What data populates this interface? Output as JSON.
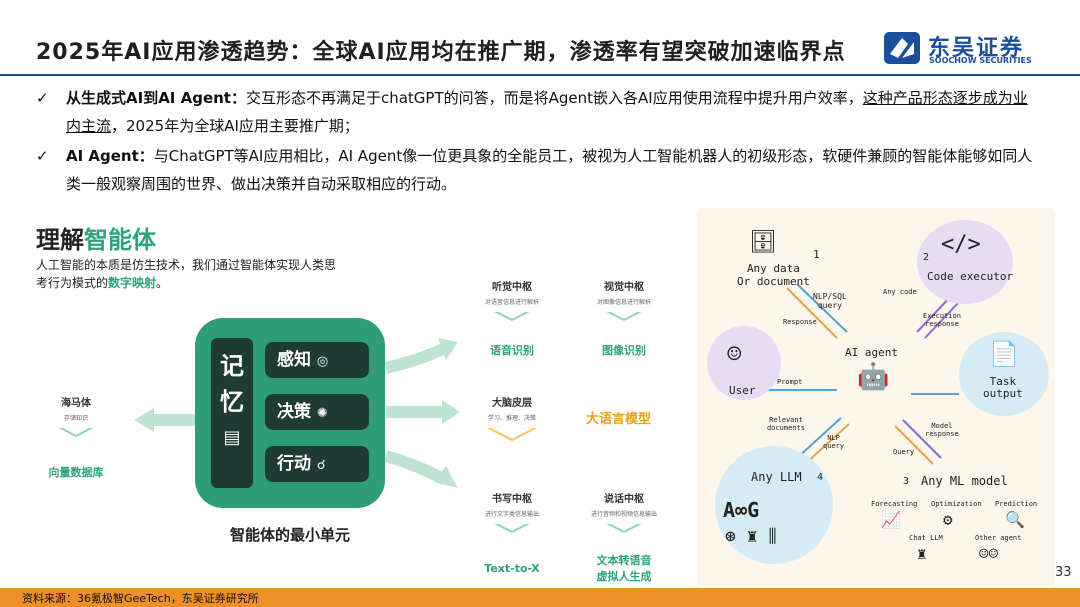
{
  "header": {
    "title": "2025年AI应用渗透趋势：全球AI应用均在推广期，渗透率有望突破加速临界点",
    "logo_cn": "东吴证券",
    "logo_en": "SOOCHOW SECURITIES"
  },
  "bullets": [
    {
      "bold": "从生成式AI到AI Agent：",
      "text": "交互形态不再满足于chatGPT的问答，而是将Agent嵌入各AI应用使用流程中提升用户效率，",
      "underline": "这种产品形态逐步成为业内主流",
      "tail": "，2025年为全球AI应用主要推广期；"
    },
    {
      "bold": "AI Agent：",
      "text": "与ChatGPT等AI应用相比，AI Agent像一位更具象的全能员工，被视为人工智能机器人的初级形态，软硬件兼顾的智能体能够如同人类一般观察周围的世界、做出决策并自动采取相应的行动。"
    }
  ],
  "left": {
    "heading_a": "理解",
    "heading_b": "智能体",
    "intro": "人工智能的本质是仿生技术，我们通过智能体实现人类思考行为模式的",
    "intro_highlight": "数字映射",
    "intro_end": "。",
    "memory": [
      "记",
      "忆"
    ],
    "pills": [
      "感知",
      "决策",
      "行动"
    ],
    "core_caption": "智能体的最小单元",
    "hippocampus": {
      "title": "海马体",
      "sub": "存储知识",
      "caption": "向量数据库"
    },
    "cards": [
      {
        "title": "听觉中枢",
        "sub": "对语音信息进行解析",
        "caption": "语音识别"
      },
      {
        "title": "视觉中枢",
        "sub": "对图像信息进行解析",
        "caption": "图像识别"
      },
      {
        "title": "大脑皮层",
        "sub": "学习、推理、决策",
        "caption": ""
      },
      {
        "title": "书写中枢",
        "sub": "进行文字类信息输出",
        "caption": "Text-to-X"
      },
      {
        "title": "说话中枢",
        "sub": "进行音频和视频信息输出",
        "caption": "文本转语音\n虚拟人生成"
      }
    ],
    "llm_label": "大语言模型"
  },
  "right": {
    "any_data": "Any data\nOr document",
    "code_exec": "Code executor",
    "user": "User",
    "ai_agent": "AI agent",
    "task_output": "Task\noutput",
    "any_llm": "Any LLM",
    "any_ml": "Any ML model",
    "n1": "1",
    "n2": "2",
    "n3": "3",
    "n4": "4",
    "lbl_nlpsql": "NLP/SQL\nquery",
    "lbl_response": "Response",
    "lbl_anycode": "Any code",
    "lbl_exec_resp": "Execution\nresponse",
    "lbl_prompt": "Prompt",
    "lbl_relevant": "Relevant\ndocuments",
    "lbl_nlpq": "NLP\nquery",
    "lbl_model_resp": "Model\nresponse",
    "lbl_query": "Query",
    "ml_items": [
      "Forecasting",
      "Optimization",
      "Prediction",
      "Chat LLM",
      "Other agent"
    ]
  },
  "footer": "资料来源：36氪极智GeeTech，东吴证券研究所",
  "page_number": "33"
}
